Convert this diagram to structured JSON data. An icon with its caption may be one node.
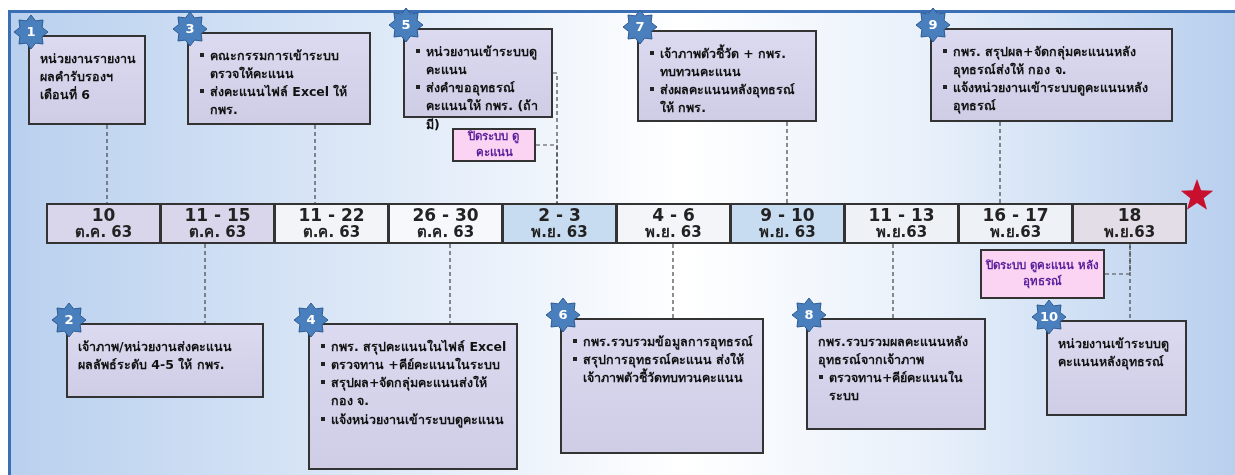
{
  "diagram": {
    "nodes": [
      {
        "text": [
          "1",
          "หน่วยงานรายงานผลคำรับรองฯ เดือนที่ 6"
        ]
      },
      {
        "text": [
          "3",
          "คณะกรรมการเข้าระบบตรวจให้คะแนน",
          "ส่งคะแนนไฟล์ Excel ให้ กพร."
        ]
      },
      {
        "text": [
          "5",
          "หน่วยงานเข้าระบบดูคะแนน",
          "ส่งคำขออุทธรณ์คะแนนให้ กพร. (ถ้ามี)"
        ]
      },
      {
        "text": [
          "7",
          "เจ้าภาพตัวชี้วัด + กพร. ทบทวนคะแนน",
          "ส่งผลคะแนนหลังอุทธรณ์ ให้ กพร."
        ]
      },
      {
        "text": [
          "9",
          "กพร. สรุปผล+จัดกลุ่มคะแนนหลังอุทธรณ์ส่งให้ กอง จ.",
          "แจ้งหน่วยงานเข้าระบบดูคะแนนหลังอุทธรณ์"
        ]
      },
      {
        "text": [
          "ปิดระบบ ดูคะแนน"
        ]
      },
      {
        "text": [
          "10",
          "ต.ค. 63"
        ]
      },
      {
        "text": [
          "11 - 15",
          "ต.ค. 63"
        ]
      },
      {
        "text": [
          "11 - 22",
          "ต.ค. 63"
        ]
      },
      {
        "text": [
          "26 - 30",
          "ต.ค. 63"
        ]
      },
      {
        "text": [
          "2 - 3",
          "พ.ย. 63"
        ]
      },
      {
        "text": [
          "4 - 6",
          "พ.ย. 63"
        ]
      },
      {
        "text": [
          "9 - 10",
          "พ.ย. 63"
        ]
      },
      {
        "text": [
          "11 - 13",
          "พ.ย.63"
        ]
      },
      {
        "text": [
          "16 - 17",
          "พ.ย.63"
        ]
      },
      {
        "text": [
          "18",
          "พ.ย.63"
        ]
      },
      {
        "text": [
          "ปิดระบบ ดูคะแนน หลังอุทธรณ์"
        ]
      },
      {
        "text": [
          "2",
          "เจ้าภาพ/หน่วยงานส่งคะแนนผลลัพธ์ระดับ 4-5 ให้ กพร."
        ]
      },
      {
        "text": [
          "4",
          "กพร. สรุปคะแนนในไฟล์ Excel",
          "ตรวจทาน +คีย์คะแนนในระบบ",
          "สรุปผล+จัดกลุ่มคะแนนส่งให้ กอง จ.",
          "แจ้งหน่วยงานเข้าระบบดูคะแนน"
        ]
      },
      {
        "text": [
          "6",
          "กพร.รวบรวมข้อมูลการอุทธรณ์",
          "สรุปการอุทธรณ์คะแนน ส่งให้เจ้าภาพตัวชี้วัดทบทวนคะแนน"
        ]
      },
      {
        "text": [
          "8",
          "กพร.รวบรวมผลคะแนนหลังอุทธรณ์จากเจ้าภาพ",
          "ตรวจทาน+คีย์คะแนนในระบบ"
        ]
      },
      {
        "text": [
          "10",
          "หน่วยงานเข้าระบบดูคะแนนหลังอุทธรณ์"
        ]
      }
    ],
    "edges": [
      {
        "from": 0,
        "to": 6,
        "arrow": "none",
        "style": "dashed"
      },
      {
        "from": 1,
        "to": 8,
        "arrow": "none",
        "style": "dashed"
      },
      {
        "from": 2,
        "to": 10,
        "arrow": "none",
        "style": "dashed"
      },
      {
        "from": 5,
        "to": 10,
        "arrow": "none",
        "style": "dashed"
      },
      {
        "from": 3,
        "to": 12,
        "arrow": "none",
        "style": "dashed"
      },
      {
        "from": 4,
        "to": 14,
        "arrow": "none",
        "style": "dashed"
      },
      {
        "from": 7,
        "to": 17,
        "arrow": "none",
        "style": "dashed"
      },
      {
        "from": 9,
        "to": 18,
        "arrow": "none",
        "style": "dashed"
      },
      {
        "from": 11,
        "to": 19,
        "arrow": "none",
        "style": "dashed"
      },
      {
        "from": 13,
        "to": 20,
        "arrow": "none",
        "style": "dashed"
      },
      {
        "from": 15,
        "to": 21,
        "arrow": "none",
        "style": "dashed"
      },
      {
        "from": 16,
        "to": 15,
        "arrow": "none",
        "style": "dashed"
      }
    ]
  }
}
